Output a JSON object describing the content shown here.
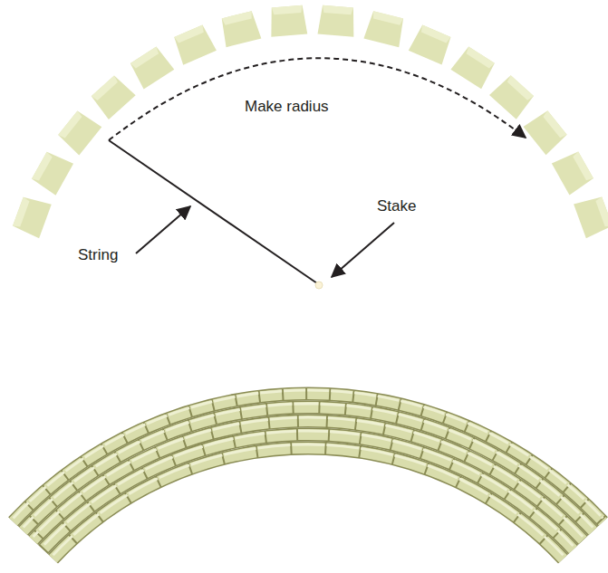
{
  "diagram": {
    "labels": [
      "Make radius",
      "Stake",
      "String"
    ]
  }
}
